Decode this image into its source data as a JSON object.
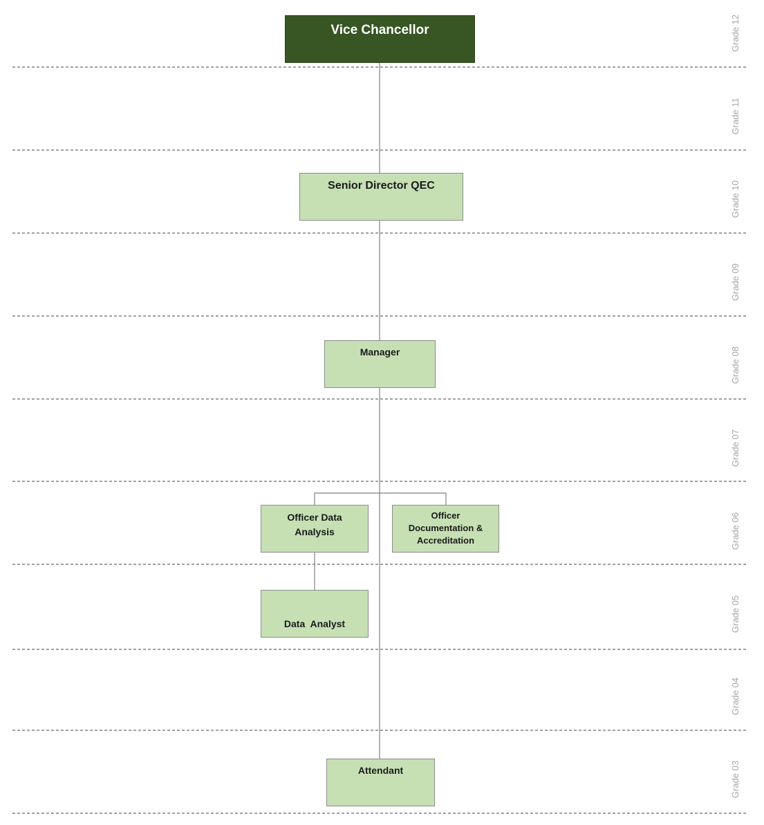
{
  "grades": [
    "Grade 12",
    "Grade 11",
    "Grade 10",
    "Grade 09",
    "Grade 08",
    "Grade 07",
    "Grade 06",
    "Grade 05",
    "Grade 04",
    "Grade 03"
  ],
  "positions": {
    "vice_chancellor": "Vice Chancellor",
    "senior_director": "Senior Director QEC",
    "manager": "Manager",
    "officer_data_analysis": [
      "Officer Data",
      "Analysis"
    ],
    "officer_documentation": [
      "Officer",
      "Documentation &",
      "Accreditation"
    ],
    "data_analyst": "Data  Analyst",
    "attendant": "Attendant"
  },
  "colors": {
    "top_box_fill": "#375623",
    "box_fill": "#c6e0b4",
    "box_border": "#8a8a8a",
    "connector": "#808080",
    "divider": "#404040",
    "grade_label": "#a6a6a6"
  }
}
